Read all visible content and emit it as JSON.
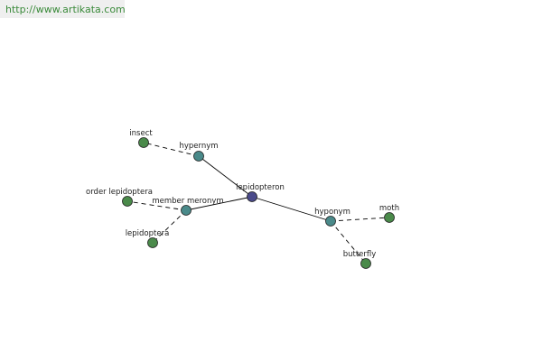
{
  "banner": {
    "url": "http://www.artikata.com"
  },
  "colors": {
    "center": "#4a4a8a",
    "relation": "#4a8a8a",
    "leaf": "#4a8a4a"
  },
  "graph": {
    "nodes": [
      {
        "id": "lepidopteron",
        "label": "lepidopteron",
        "kind": "center"
      },
      {
        "id": "hypernym",
        "label": "hypernym",
        "kind": "relation"
      },
      {
        "id": "member_meronym",
        "label": "member meronym",
        "kind": "relation"
      },
      {
        "id": "hyponym",
        "label": "hyponym",
        "kind": "relation"
      },
      {
        "id": "insect",
        "label": "insect",
        "kind": "leaf"
      },
      {
        "id": "order_lepidoptera",
        "label": "order lepidoptera",
        "kind": "leaf"
      },
      {
        "id": "lepidoptera",
        "label": "lepidoptera",
        "kind": "leaf"
      },
      {
        "id": "moth",
        "label": "moth",
        "kind": "leaf"
      },
      {
        "id": "butterfly",
        "label": "butterfly",
        "kind": "leaf"
      }
    ],
    "edges": [
      {
        "from": "lepidopteron",
        "to": "hypernym",
        "style": "solid"
      },
      {
        "from": "lepidopteron",
        "to": "member_meronym",
        "style": "solid"
      },
      {
        "from": "lepidopteron",
        "to": "hyponym",
        "style": "solid"
      },
      {
        "from": "hypernym",
        "to": "insect",
        "style": "dashed"
      },
      {
        "from": "member_meronym",
        "to": "order_lepidoptera",
        "style": "dashed"
      },
      {
        "from": "member_meronym",
        "to": "lepidoptera",
        "style": "dashed"
      },
      {
        "from": "hyponym",
        "to": "moth",
        "style": "dashed"
      },
      {
        "from": "hyponym",
        "to": "butterfly",
        "style": "dashed"
      }
    ]
  }
}
